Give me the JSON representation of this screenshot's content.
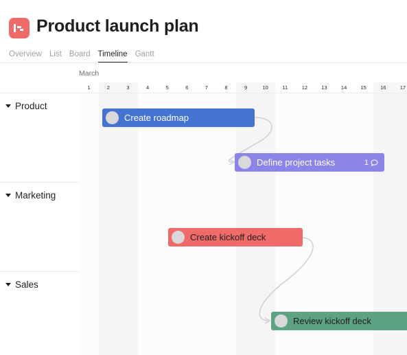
{
  "header": {
    "title": "Product launch plan",
    "icon": "timeline-app-icon"
  },
  "tabs": [
    {
      "label": "Overview",
      "active": false
    },
    {
      "label": "List",
      "active": false
    },
    {
      "label": "Board",
      "active": false
    },
    {
      "label": "Timeline",
      "active": true
    },
    {
      "label": "Gantt",
      "active": false
    }
  ],
  "timeline": {
    "month": "March",
    "days": [
      "1",
      "2",
      "3",
      "4",
      "5",
      "6",
      "7",
      "8",
      "9",
      "10",
      "11",
      "12",
      "13",
      "14",
      "15",
      "16",
      "17"
    ]
  },
  "sections": [
    {
      "name": "Product"
    },
    {
      "name": "Marketing"
    },
    {
      "name": "Sales"
    }
  ],
  "tasks": [
    {
      "name": "Create roadmap",
      "color": "#4573d2",
      "text_color": "#ffffff"
    },
    {
      "name": "Define project tasks",
      "color": "#8d84e8",
      "text_color": "#ffffff",
      "comment_count": "1"
    },
    {
      "name": "Create kickoff deck",
      "color": "#f06a6a",
      "text_color": "#1e1f21"
    },
    {
      "name": "Review kickoff deck",
      "color": "#5da283",
      "text_color": "#1e1f21"
    }
  ]
}
